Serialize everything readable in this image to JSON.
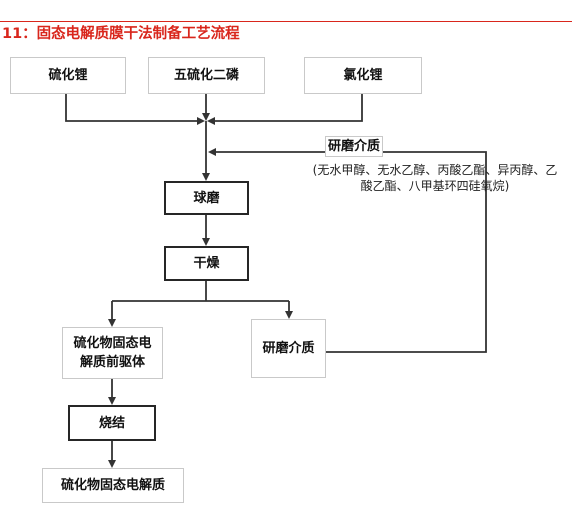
{
  "title": "11：固态电解质膜干法制备工艺流程",
  "colors": {
    "accent_red": "#d9261c",
    "connector": "#333333",
    "thick_border": "#262626",
    "thin_border": "#c9c9c9"
  },
  "nodes": {
    "lithium_sulfide": "硫化锂",
    "phosphorus_pentasulfide": "五硫化二磷",
    "lithium_chloride": "氯化锂",
    "grinding_media_input": "研磨介质",
    "grinding_media_note": "(无水甲醇、无水乙醇、丙酸乙酯、异丙醇、乙酸乙酯、八甲基环四硅氧烷)",
    "ball_milling": "球磨",
    "drying": "干燥",
    "precursor": "硫化物固态电解质前驱体",
    "grinding_media_separated": "研磨介质",
    "sintering": "烧结",
    "product": "硫化物固态电解质"
  }
}
